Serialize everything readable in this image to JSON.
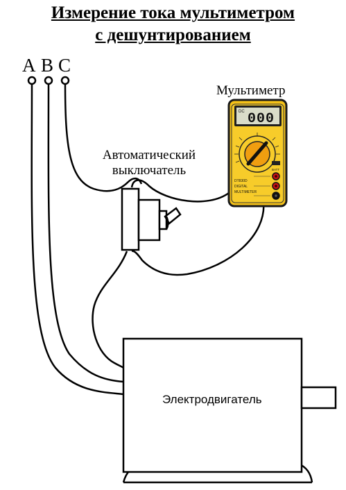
{
  "title": {
    "line1": "Измерение тока мультиметром",
    "line2": "с дешунтированием"
  },
  "phases": [
    "A",
    "B",
    "C"
  ],
  "labels": {
    "multimeter": "Мультиметр",
    "breaker_line1": "Автоматический",
    "breaker_line2": "выключатель",
    "motor": "Электродвигатель"
  },
  "multimeter_display": {
    "mode": "DC",
    "reading": "000",
    "model": "DT830D",
    "brand_line1": "DIGITAL",
    "brand_line2": "MULTIMETER",
    "batt": "BATT"
  },
  "colors": {
    "multimeter_body": "#f5c218",
    "multimeter_frame": "#1a1a1a",
    "display_bg": "#d9dcc8",
    "socket_red": "#c81414",
    "wire": "#000000"
  }
}
